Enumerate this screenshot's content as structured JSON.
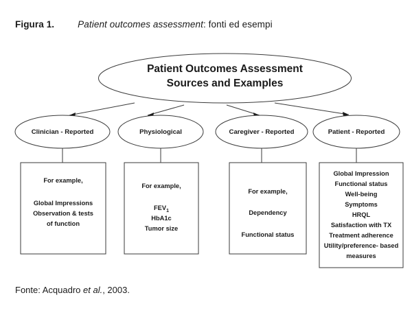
{
  "caption": {
    "label": "Figura 1.",
    "title_italic": "Patient outcomes assessment",
    "title_rest": ": fonti ed esempi"
  },
  "source": {
    "prefix": "Fonte: Acquadro ",
    "italic": "et al.",
    "suffix": ", 2003."
  },
  "diagram": {
    "root": {
      "line1": "Patient Outcomes Assessment",
      "line2": "Sources and Examples"
    },
    "branches": [
      {
        "ellipse": "Clinician - Reported",
        "box_lines": [
          "For example,",
          "",
          "Global Impressions",
          "Observation & tests",
          "of function"
        ]
      },
      {
        "ellipse": "Physiological",
        "box_lines": [
          "For example,",
          "",
          "FEV1",
          "HbA1c",
          "Tumor size"
        ]
      },
      {
        "ellipse": "Caregiver - Reported",
        "box_lines": [
          "For example,",
          "",
          "Dependency",
          "",
          "Functional status"
        ]
      },
      {
        "ellipse": "Patient - Reported",
        "box_lines": [
          "Global Impression",
          "Functional status",
          "Well-being",
          "Symptoms",
          "HRQL",
          "Satisfaction with TX",
          "Treatment adherence",
          "Utility/preference- based",
          "measures"
        ]
      }
    ],
    "colors": {
      "stroke": "#3a3a3a",
      "text": "#1a1a1a",
      "background": "#ffffff"
    }
  }
}
